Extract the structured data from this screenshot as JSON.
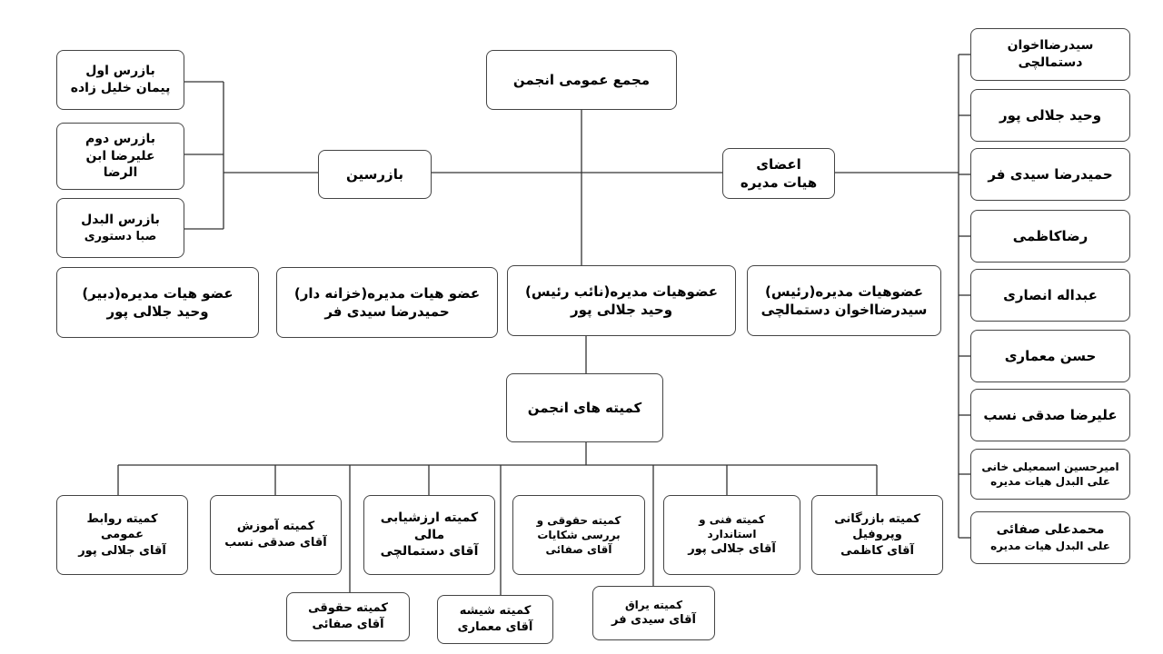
{
  "general_assembly": "مجمع عمومی انجمن",
  "inspectors": {
    "label": "بازرسین",
    "first": {
      "title": "بازرس اول",
      "name": "پیمان خلیل زاده"
    },
    "second": {
      "title": "بازرس دوم",
      "name_line1": "علیرضا ابن",
      "name_line2": "الرضا"
    },
    "substitute": {
      "title": "بازرس البدل",
      "name": "صبا دستوری"
    }
  },
  "board": {
    "label_line1": "اعضای",
    "label_line2": "هیات مدیره",
    "members": [
      {
        "line1": "سیدرضااخوان",
        "line2": "دستمالچی"
      },
      {
        "line1": "وحید جلالی پور",
        "line2": ""
      },
      {
        "line1": "حمیدرضا سیدی فر",
        "line2": ""
      },
      {
        "line1": "رضاکاظمی",
        "line2": ""
      },
      {
        "line1": "عبداله انصاری",
        "line2": ""
      },
      {
        "line1": "حسن معماری",
        "line2": ""
      },
      {
        "line1": "علیرضا صدقی نسب",
        "line2": ""
      },
      {
        "line1": "امیرحسین اسمعیلی خانی",
        "line2": "علی البدل هیات مدیره"
      },
      {
        "line1": "محمدعلی صفائی",
        "line2": "علی البدل هیات مدیره"
      }
    ]
  },
  "roles": {
    "president": {
      "title": "عضوهیات مدیره(رئیس)",
      "name": "سیدرضااخوان دستمالچی"
    },
    "vice": {
      "title": "عضوهیات مدیره(نائب رئیس)",
      "name": "وحید جلالی پور"
    },
    "treasurer": {
      "title": "عضو هیات مدیره(خزانه دار)",
      "name": "حمیدرضا سیدی فر"
    },
    "secretary": {
      "title": "عضو هیات مدیره(دبیر)",
      "name": "وحید جلالی پور"
    }
  },
  "committees_label": "کمیته های انجمن",
  "committees": {
    "commerce": {
      "line1": "کمیته بازرگانی",
      "line2": "وپروفیل",
      "line3": "آقای کاظمی"
    },
    "technical": {
      "line1": "کمیته فنی و",
      "line2": "استاندارد",
      "line3": "آقای جلالی پور"
    },
    "legal_complaints": {
      "line1": "کمیته حقوقی و",
      "line2": "بررسی شکایات",
      "line3": "آقای صفائی"
    },
    "valuation": {
      "line1": "کمیته ارزشیابی",
      "line2": "مالی",
      "line3": "آقای دستمالچی"
    },
    "education": {
      "line1": "کمیته آموزش",
      "line2": "آقای صدقی نسب"
    },
    "public_relations": {
      "line1": "کمیته روابط",
      "line2": "عمومی",
      "line3": "آقای جلالی پور"
    },
    "legal": {
      "line1": "کمیته حقوقی",
      "line2": "آقای صفائی"
    },
    "glass": {
      "line1": "کمیته شیشه",
      "line2": "آقای معماری"
    },
    "hardware": {
      "line1": "کمیته یراق",
      "line2": "آقای سیدی فر"
    }
  },
  "colors": {
    "line": "#333333",
    "border": "#444444",
    "text": "#000000",
    "background": "#ffffff"
  }
}
